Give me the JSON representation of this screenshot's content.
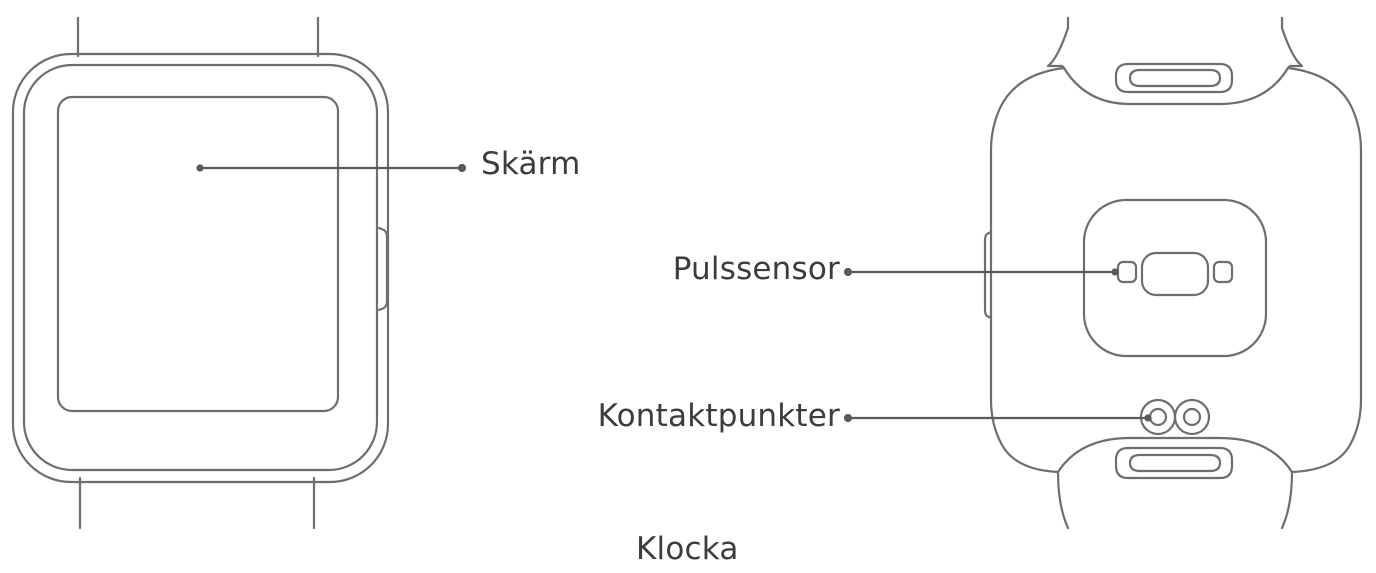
{
  "labels": {
    "screen": "Skärm",
    "heart_rate_sensor": "Pulssensor",
    "contact_points": "Kontaktpunkter"
  },
  "caption": "Klocka",
  "colors": {
    "outline": "#6e6e6e",
    "leader_line": "#5a5a5a",
    "text": "#3c3c3c"
  }
}
